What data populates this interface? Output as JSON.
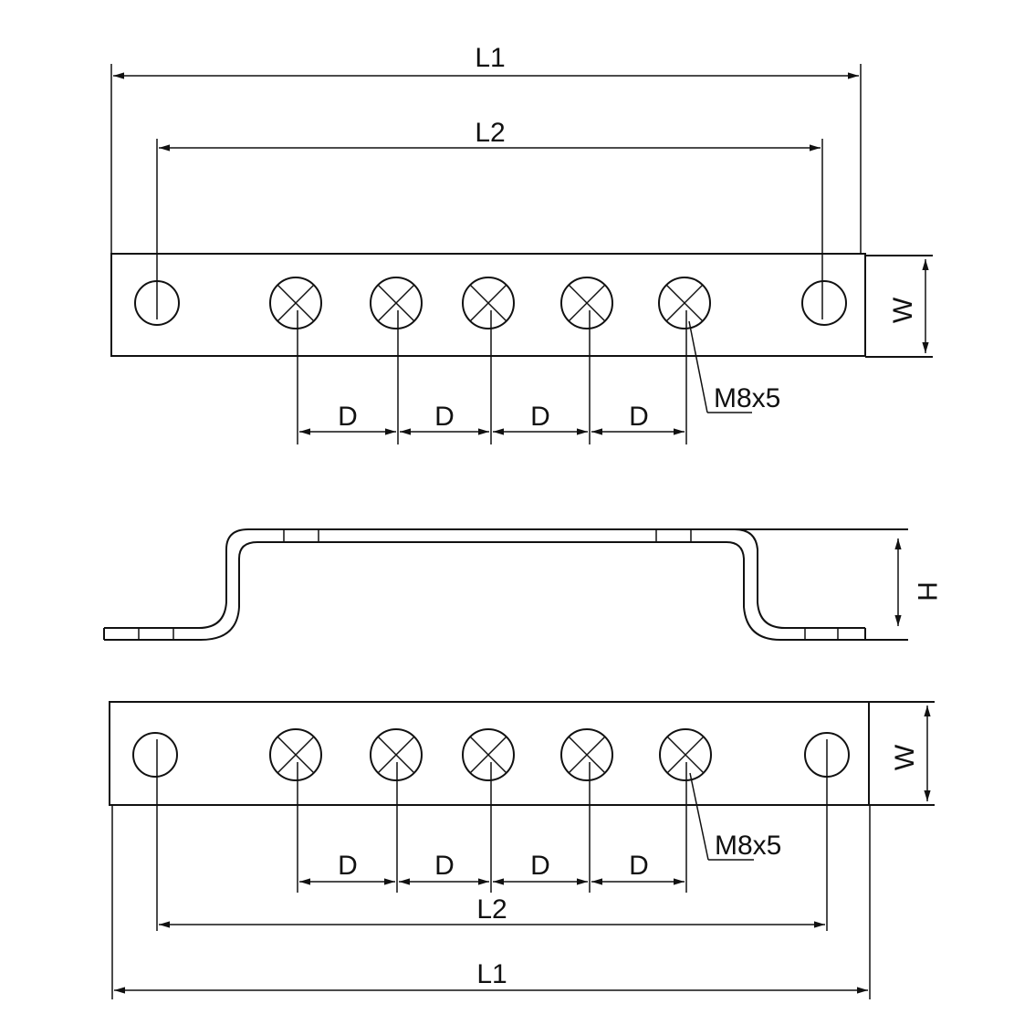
{
  "colors": {
    "line": "#111111",
    "background": "#ffffff"
  },
  "top_view": {
    "l1_label": "L1",
    "l2_label": "L2",
    "w_label": "W",
    "d_labels": [
      "D",
      "D",
      "D",
      "D"
    ],
    "thread_callout": "M8x5"
  },
  "side_view": {
    "h_label": "H"
  },
  "bottom_view": {
    "l1_label": "L1",
    "l2_label": "L2",
    "w_label": "W",
    "d_labels": [
      "D",
      "D",
      "D",
      "D"
    ],
    "thread_callout": "M8x5"
  }
}
